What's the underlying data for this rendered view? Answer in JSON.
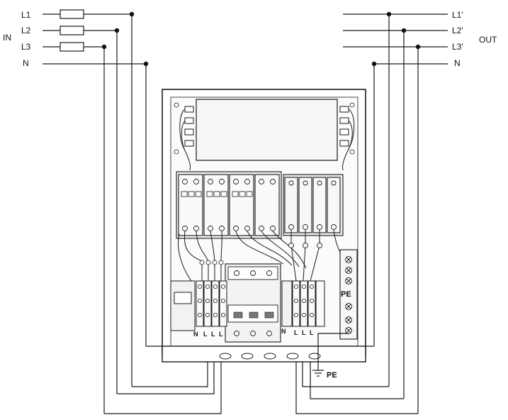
{
  "input": {
    "group_label": "IN",
    "lines": [
      "L1",
      "L2",
      "L3",
      "N"
    ]
  },
  "output": {
    "group_label": "OUT",
    "lines": [
      "L1'",
      "L2'",
      "L3'",
      "N"
    ]
  },
  "terminal_block_left": {
    "labels": [
      "N",
      "L",
      "L",
      "L"
    ]
  },
  "terminal_block_right": {
    "labels": [
      "N",
      "L",
      "L",
      "L"
    ]
  },
  "pe_bar": {
    "label": "PE"
  },
  "ground": {
    "label": "PE"
  },
  "colors": {
    "line": "#1a1a1a",
    "enclosure": "#2a2a2a",
    "module_fill": "#f4f4f4",
    "breaker_fill": "#eeeeee"
  }
}
